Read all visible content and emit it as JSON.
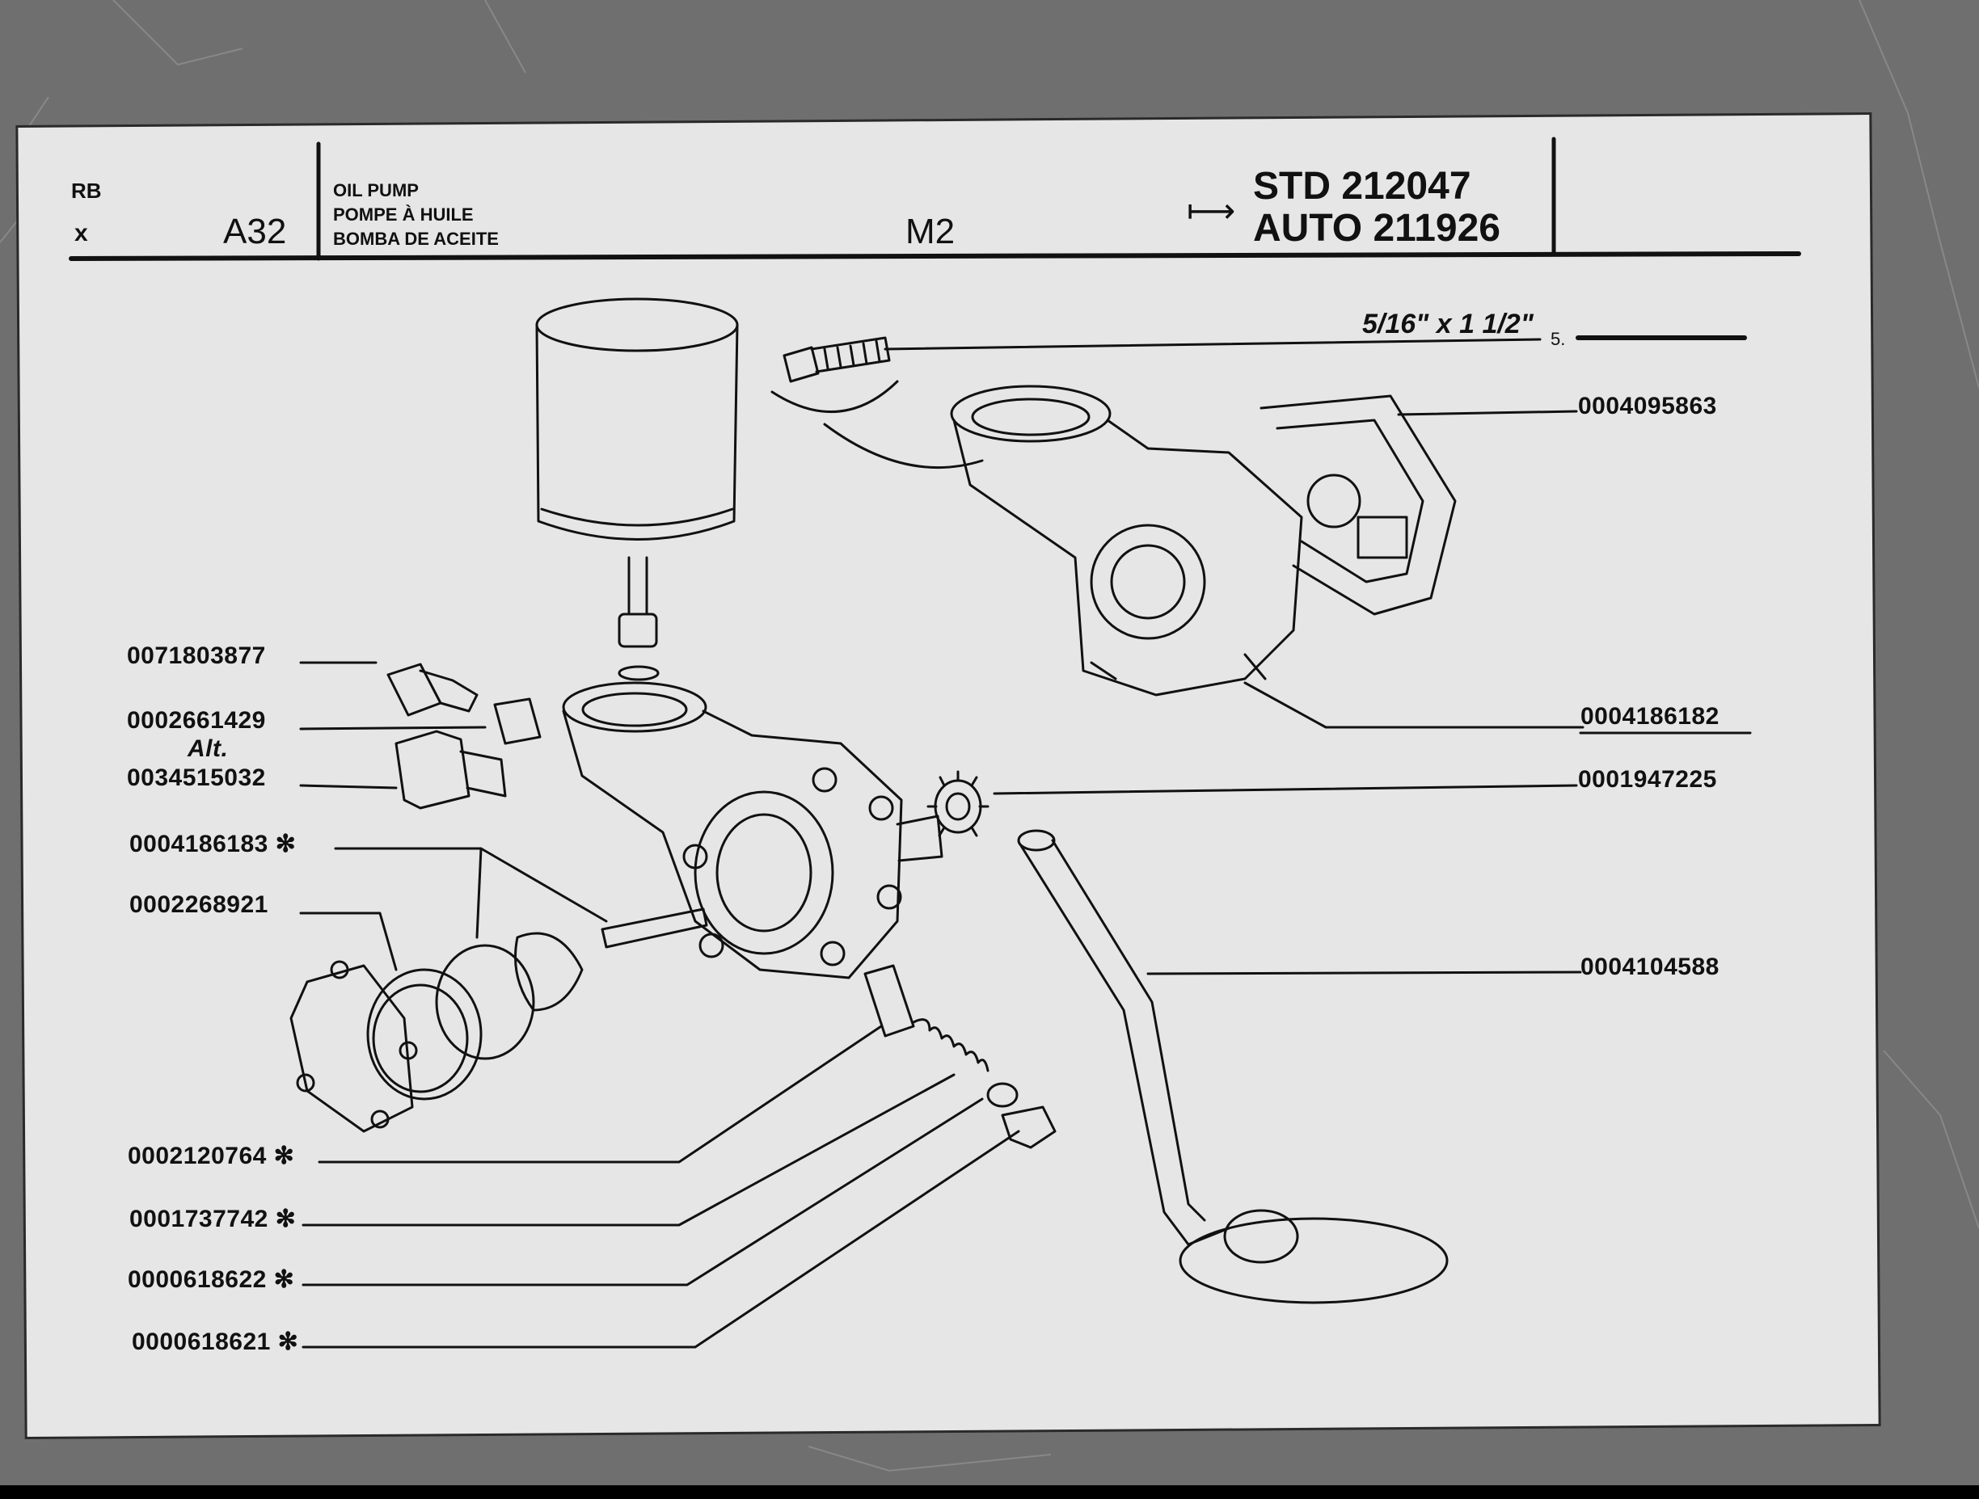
{
  "header": {
    "origin_code": "RB",
    "mark": "x",
    "group": "A32",
    "title_lines": [
      "OIL PUMP",
      "POMPE À HUILE",
      "BOMBA DE ACEITE"
    ],
    "model": "M2",
    "arrow": "⟼",
    "serials": [
      "STD 212047",
      "AUTO 211926"
    ]
  },
  "bolt_spec": {
    "text": "5/16\" x 1 1/2\"",
    "qty": "5."
  },
  "alt_label": "Alt.",
  "part_labels": [
    "0004095863",
    "0004186182",
    "0001947225",
    "0004104588",
    "0071803877",
    "0002661429",
    "0034515032",
    "0004186183 ✻",
    "0002268921",
    "0002120764 ✻",
    "0001737742 ✻",
    "0000618622 ✻",
    "0000618621 ✻"
  ],
  "colors": {
    "paper": "#e6e6e6",
    "ink": "#111111",
    "background": "#6f6f6f"
  }
}
